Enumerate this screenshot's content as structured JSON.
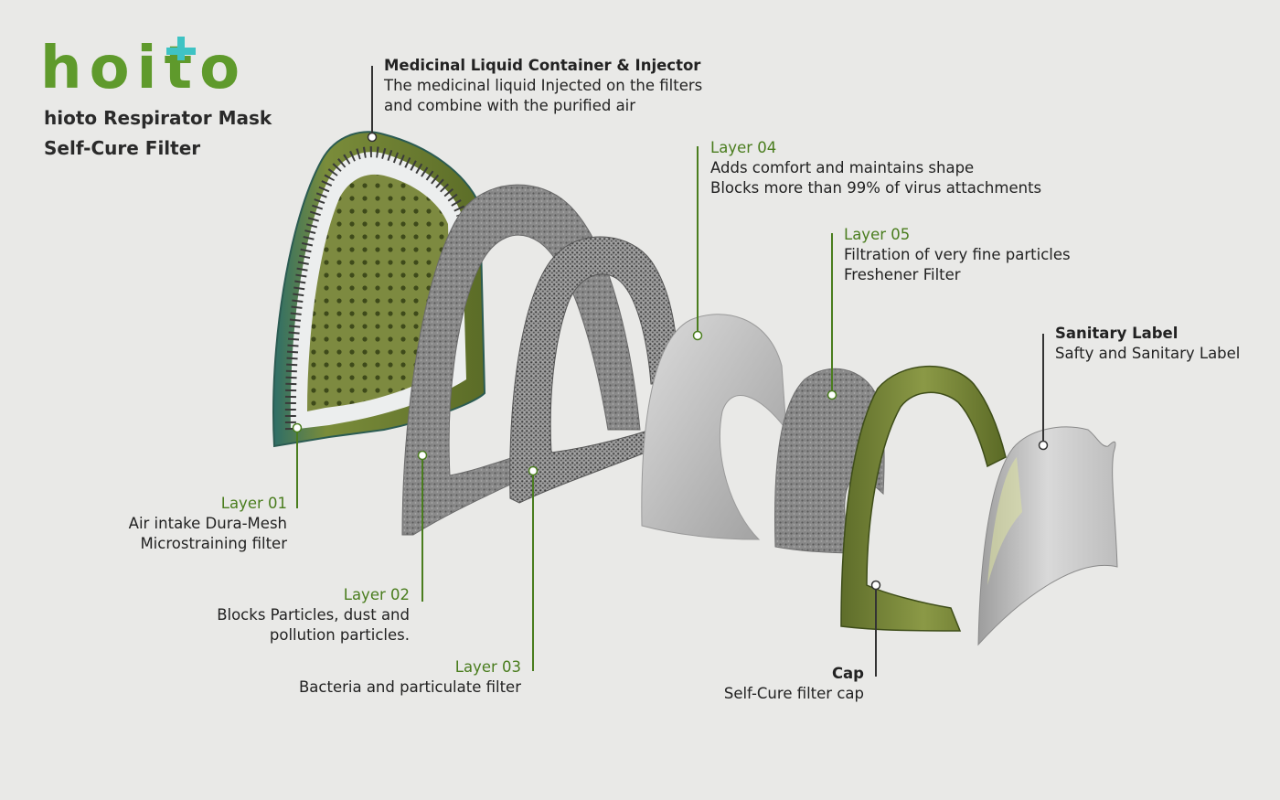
{
  "brand": {
    "logo_text": "hoito",
    "subtitle_line1": "hioto Respirator Mask",
    "subtitle_line2": "Self-Cure Filter",
    "colors": {
      "green": "#5f9a2c",
      "teal": "#3fc3c4"
    }
  },
  "callouts": {
    "container": {
      "title": "Medicinal Liquid Container & Injector",
      "line1": "The medicinal liquid Injected on the filters",
      "line2": "and combine with the purified air"
    },
    "layer01": {
      "title": "Layer 01",
      "line1": "Air intake Dura-Mesh",
      "line2": "Microstraining filter"
    },
    "layer02": {
      "title": "Layer 02",
      "line1": "Blocks Particles, dust and",
      "line2": "pollution particles."
    },
    "layer03": {
      "title": "Layer 03",
      "line1": "Bacteria and particulate filter"
    },
    "layer04": {
      "title": "Layer 04",
      "line1": "Adds comfort and maintains shape",
      "line2": "Blocks more than 99% of virus attachments"
    },
    "layer05": {
      "title": "Layer 05",
      "line1": "Filtration of very fine particles",
      "line2": "Freshener Filter"
    },
    "sanitary": {
      "title": "Sanitary Label",
      "line1": "Safty and Sanitary Label"
    },
    "cap": {
      "title": "Cap",
      "line1": "Self-Cure filter cap"
    }
  },
  "colors": {
    "accent_green": "#4a7d1e",
    "olive": "#6e8236",
    "foam_dark": "#6f6f6f",
    "foam_light": "#b9b9b9",
    "leader_dark": "#333333"
  }
}
